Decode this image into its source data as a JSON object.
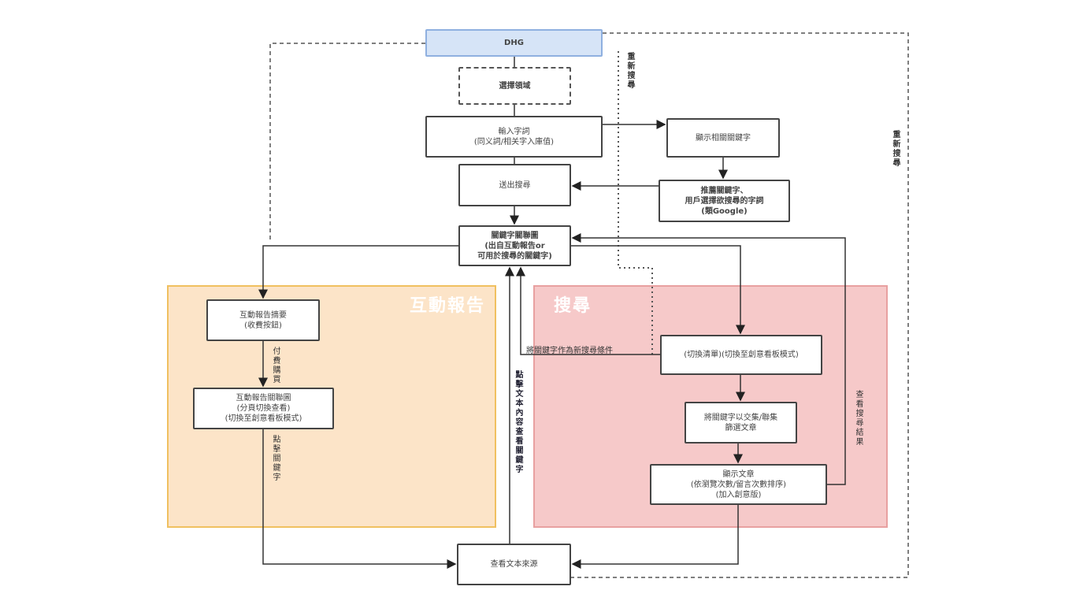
{
  "regions": {
    "interactive_report": {
      "title": "互動報告",
      "color": "#fce4c8"
    },
    "search": {
      "title": "搜尋",
      "color": "#f6c9c9"
    }
  },
  "nodes": {
    "dhg": {
      "label": "DHG",
      "color": "#d6e4f7"
    },
    "select_domain": {
      "label": "選擇領域"
    },
    "input_terms": {
      "line1": "輸入字詞",
      "line2": "(同义詞/相关字入庫值)"
    },
    "show_related": {
      "label": "顯示相關關鍵字"
    },
    "submit_search": {
      "label": "送出搜尋"
    },
    "recommend": {
      "line1": "推薦關鍵字、",
      "line2": "用戶選擇欲搜尋的字詞",
      "line3": "(類Google)"
    },
    "keyword_graph": {
      "line1": "關鍵字關聯圖",
      "line2": "(出自互動報告or",
      "line3": "可用於搜尋的關鍵字)"
    },
    "report_summary": {
      "line1": "互動報告摘要",
      "line2": "(收費按鈕)"
    },
    "report_graph": {
      "line1": "互動報告關聯圖",
      "line2": "(分頁切換查看)",
      "line3": "(切換至創意看板模式)"
    },
    "switch_list": {
      "label": "(切換清單)(切換至創意看板模式)"
    },
    "filter_articles": {
      "line1": "將關鍵字以交集/聯集",
      "line2": "篩選文章"
    },
    "show_articles": {
      "line1": "顯示文章",
      "line2": "(依瀏覽次數/留言次數排序)",
      "line3": "(加入創意版)"
    },
    "view_source": {
      "label": "查看文本來源"
    }
  },
  "edge_labels": {
    "pay": "付費購買",
    "click_keyword": "點擊關鍵字",
    "new_search_condition": "將關鍵字作為新搜尋條件",
    "view_results": "查看搜尋結果",
    "click_text": "點擊文本內容查看關鍵字",
    "research_1": "重新搜尋",
    "research_2": "重新搜尋"
  }
}
